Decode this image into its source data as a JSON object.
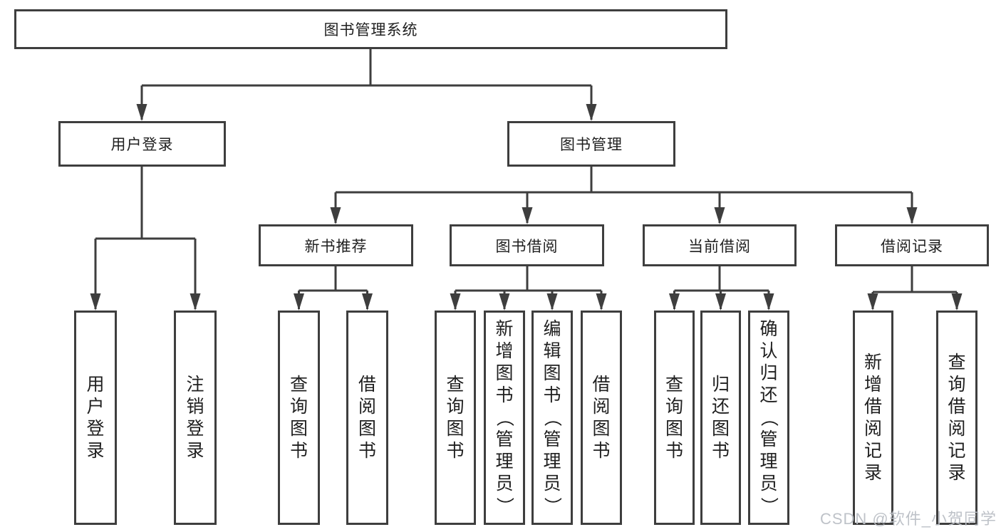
{
  "diagram": {
    "type": "tree",
    "root": {
      "label": "图书管理系统",
      "children": [
        {
          "label": "用户登录",
          "children": [
            {
              "label": "用户登录"
            },
            {
              "label": "注销登录"
            }
          ]
        },
        {
          "label": "图书管理",
          "children": [
            {
              "label": "新书推荐",
              "children": [
                {
                  "label": "查询图书"
                },
                {
                  "label": "借阅图书"
                }
              ]
            },
            {
              "label": "图书借阅",
              "children": [
                {
                  "label": "查询图书"
                },
                {
                  "label": "新增图书（管理员）"
                },
                {
                  "label": "编辑图书（管理员）"
                },
                {
                  "label": "借阅图书"
                }
              ]
            },
            {
              "label": "当前借阅",
              "children": [
                {
                  "label": "查询图书"
                },
                {
                  "label": "归还图书"
                },
                {
                  "label": "确认归还（管理员）"
                }
              ]
            },
            {
              "label": "借阅记录",
              "children": [
                {
                  "label": "新增借阅记录"
                },
                {
                  "label": "查询借阅记录"
                }
              ]
            }
          ]
        }
      ]
    },
    "colors": {
      "line": "#3e3e3e",
      "box_border": "#3e3e3e",
      "box_fill": "#ffffff",
      "text": "#1f1f1f",
      "background": "#ffffff",
      "watermark": "#babfc5"
    }
  },
  "watermark": {
    "text": "CSDN @软件_小贺同学"
  }
}
